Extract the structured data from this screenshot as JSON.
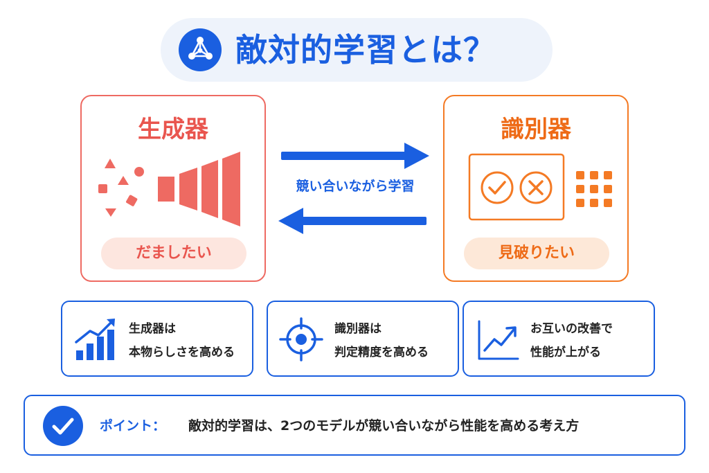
{
  "title": "敵対的学習とは？",
  "icons": {
    "title": "network-nodes-icon",
    "generator": "data-burst-megaphone-icon",
    "discriminator_panel": "check-and-cross-panel-icon",
    "discriminator_grid": "dot-grid-icon",
    "info_1": "bar-chart-up-icon",
    "info_2": "crosshair-target-icon",
    "info_3": "line-chart-up-icon",
    "point": "checkmark-icon"
  },
  "colors": {
    "primary_blue": "#1a5fe0",
    "generator_red": "#e9554e",
    "discriminator_orange": "#ee6a16"
  },
  "generator": {
    "title": "生成器",
    "goal": "だましたい"
  },
  "discriminator": {
    "title": "識別器",
    "goal": "見破りたい"
  },
  "interaction_label": "競い合いながら学習",
  "info_cards": [
    {
      "line1": "生成器は",
      "line2": "本物らしさを高める"
    },
    {
      "line1": "識別器は",
      "line2": "判定精度を高める"
    },
    {
      "line1": "お互いの改善で",
      "line2": "性能が上がる"
    }
  ],
  "point": {
    "label": "ポイント：",
    "text": "敵対的学習は、2つのモデルが競い合いながら性能を高める考え方"
  }
}
